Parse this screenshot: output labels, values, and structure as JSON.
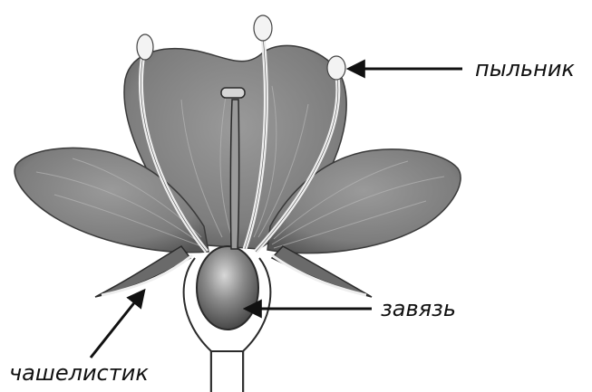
{
  "labels": {
    "anther": "пыльник",
    "ovary": "завязь",
    "sepal": "чашелистик"
  },
  "colors": {
    "petal": "#8a8a8a",
    "petal_dark": "#5e5e5e",
    "vein": "#b8b8b8",
    "stamen": "#eeeeee",
    "ovary": "#777777",
    "outline": "#2a2a2a",
    "arrow": "#111111",
    "background": "#ffffff"
  }
}
